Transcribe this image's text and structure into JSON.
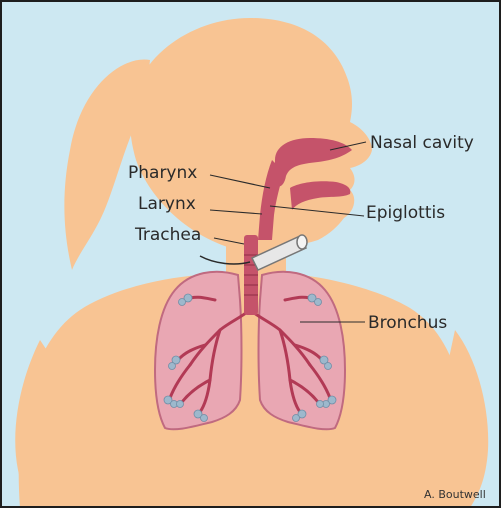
{
  "labels": {
    "nasal_cavity": "Nasal cavity",
    "pharynx": "Pharynx",
    "larynx": "Larynx",
    "trachea": "Trachea",
    "epiglottis": "Epiglottis",
    "bronchus": "Bronchus"
  },
  "credit": "A. Boutwell",
  "colors": {
    "background": "#cde8f2",
    "skin": "#f8c493",
    "airway": "#c5536a",
    "lung": "#e9a7b3",
    "lung_edge": "#c06a80",
    "alveoli": "#9db8cc",
    "frame": "#1e1e1e"
  }
}
